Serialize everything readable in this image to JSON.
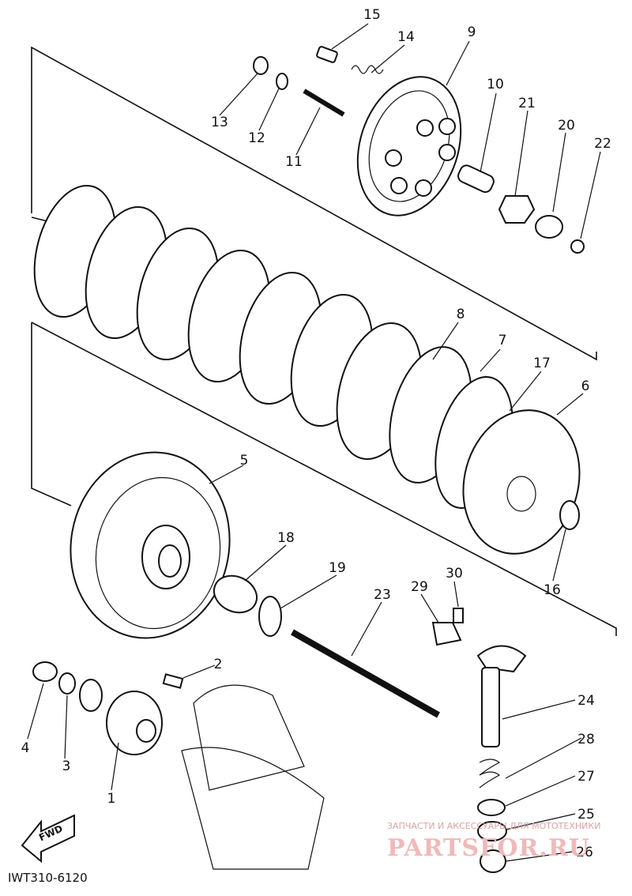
{
  "diagram": {
    "drawing_code": "IWT310-6120",
    "direction_label": "FWD",
    "watermark": {
      "tagline": "ЗАПЧАСТИ И АКСЕССУАРЫ ДЛЯ МОТОТЕХНИКИ",
      "brand": "PARTSFOR.RU"
    },
    "callouts": [
      "1",
      "2",
      "3",
      "4",
      "5",
      "6",
      "7",
      "8",
      "9",
      "10",
      "11",
      "12",
      "13",
      "14",
      "15",
      "16",
      "17",
      "18",
      "19",
      "20",
      "21",
      "22",
      "23",
      "24",
      "25",
      "26",
      "27",
      "28",
      "29",
      "30"
    ]
  }
}
